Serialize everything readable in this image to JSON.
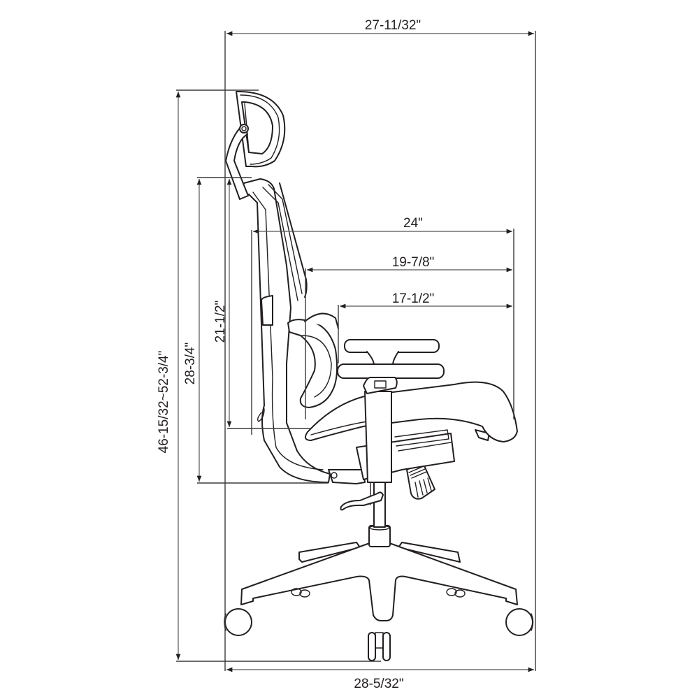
{
  "diagram": {
    "subject": "Ergonomic office chair side view with dimensions",
    "units": "inches",
    "line_color": "#231f20",
    "background": "#ffffff",
    "dimensions": {
      "overall_depth_top": {
        "label": "27-11/32\"",
        "orientation": "horizontal"
      },
      "base_width_bottom": {
        "label": "28-5/32\"",
        "orientation": "horizontal"
      },
      "overall_height": {
        "label": "46-15/32~52-3/4\"",
        "orientation": "vertical"
      },
      "backrest_height": {
        "label": "28-3/4\"",
        "orientation": "vertical"
      },
      "backrest_to_seat": {
        "label": "21-1/2\"",
        "orientation": "vertical"
      },
      "back_to_seat_front": {
        "label": "24\"",
        "orientation": "horizontal"
      },
      "lumbar_to_seat_front": {
        "label": "19-7/8\"",
        "orientation": "horizontal"
      },
      "seat_depth": {
        "label": "17-1/2\"",
        "orientation": "horizontal"
      }
    },
    "parts": [
      "headrest",
      "headrest-bracket",
      "backrest",
      "lumbar-support",
      "armrest",
      "seat",
      "seat-mechanism",
      "tension-knob",
      "height-lever",
      "gas-cylinder",
      "five-star-base",
      "casters"
    ]
  }
}
